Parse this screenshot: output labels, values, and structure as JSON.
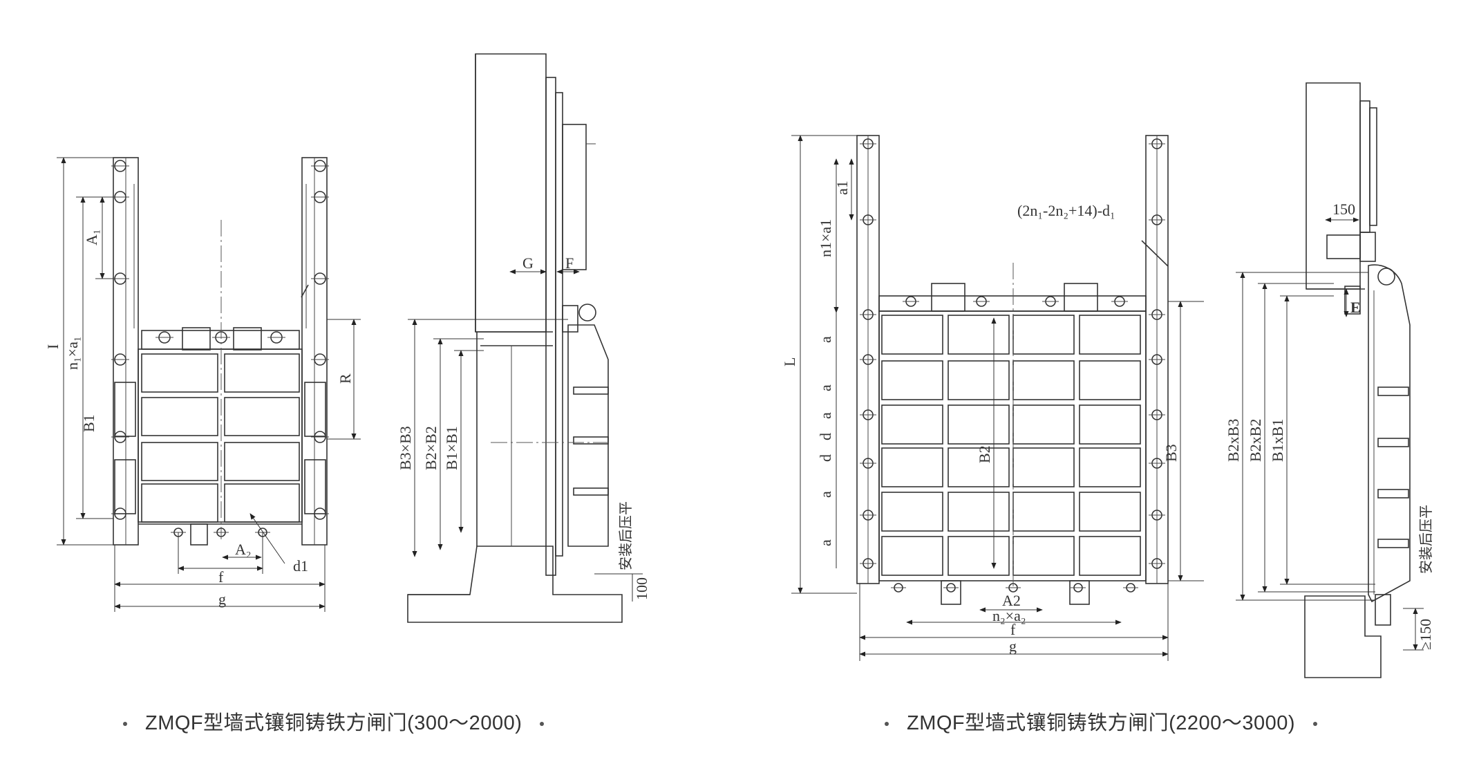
{
  "captions": {
    "left": "ZMQF型墙式镶铜铸铁方闸门(300～2000)",
    "right": "ZMQF型墙式镶铜铸铁方闸门(2200～3000)"
  },
  "labels": {
    "I": "I",
    "n1_a1_left": "n₁×a₁",
    "A1_left": "A₁",
    "B1_left": "B1",
    "R": "R",
    "A2_left": "A₂",
    "d1_left": "d1",
    "f_left": "f",
    "g_left": "g",
    "G": "G",
    "F": "F",
    "B3xB3": "B3×B3",
    "B2xB2": "B2×B2",
    "B1xB1": "B1×B1",
    "install_note_left": "安装后压平",
    "dim_100": "100",
    "L": "L",
    "a1_right": "a1",
    "n1_a1_right": "n1×a1",
    "a_right": "a",
    "d_right": "d",
    "B2_right": "B2",
    "B3_right": "B3",
    "formula": "(2n₁-2n₂+14)-d₁",
    "A2_right": "A2",
    "n2_a2": "n₂×a₂",
    "f_right": "f",
    "g_right": "g",
    "dim_150_top": "150",
    "E": "E",
    "B2xB3_r": "B2xB3",
    "B2xB2_r": "B2xB2",
    "B1xB1_r": "B1xB1",
    "install_note_right": "安装后压平",
    "dim_ge150": "≥150"
  }
}
